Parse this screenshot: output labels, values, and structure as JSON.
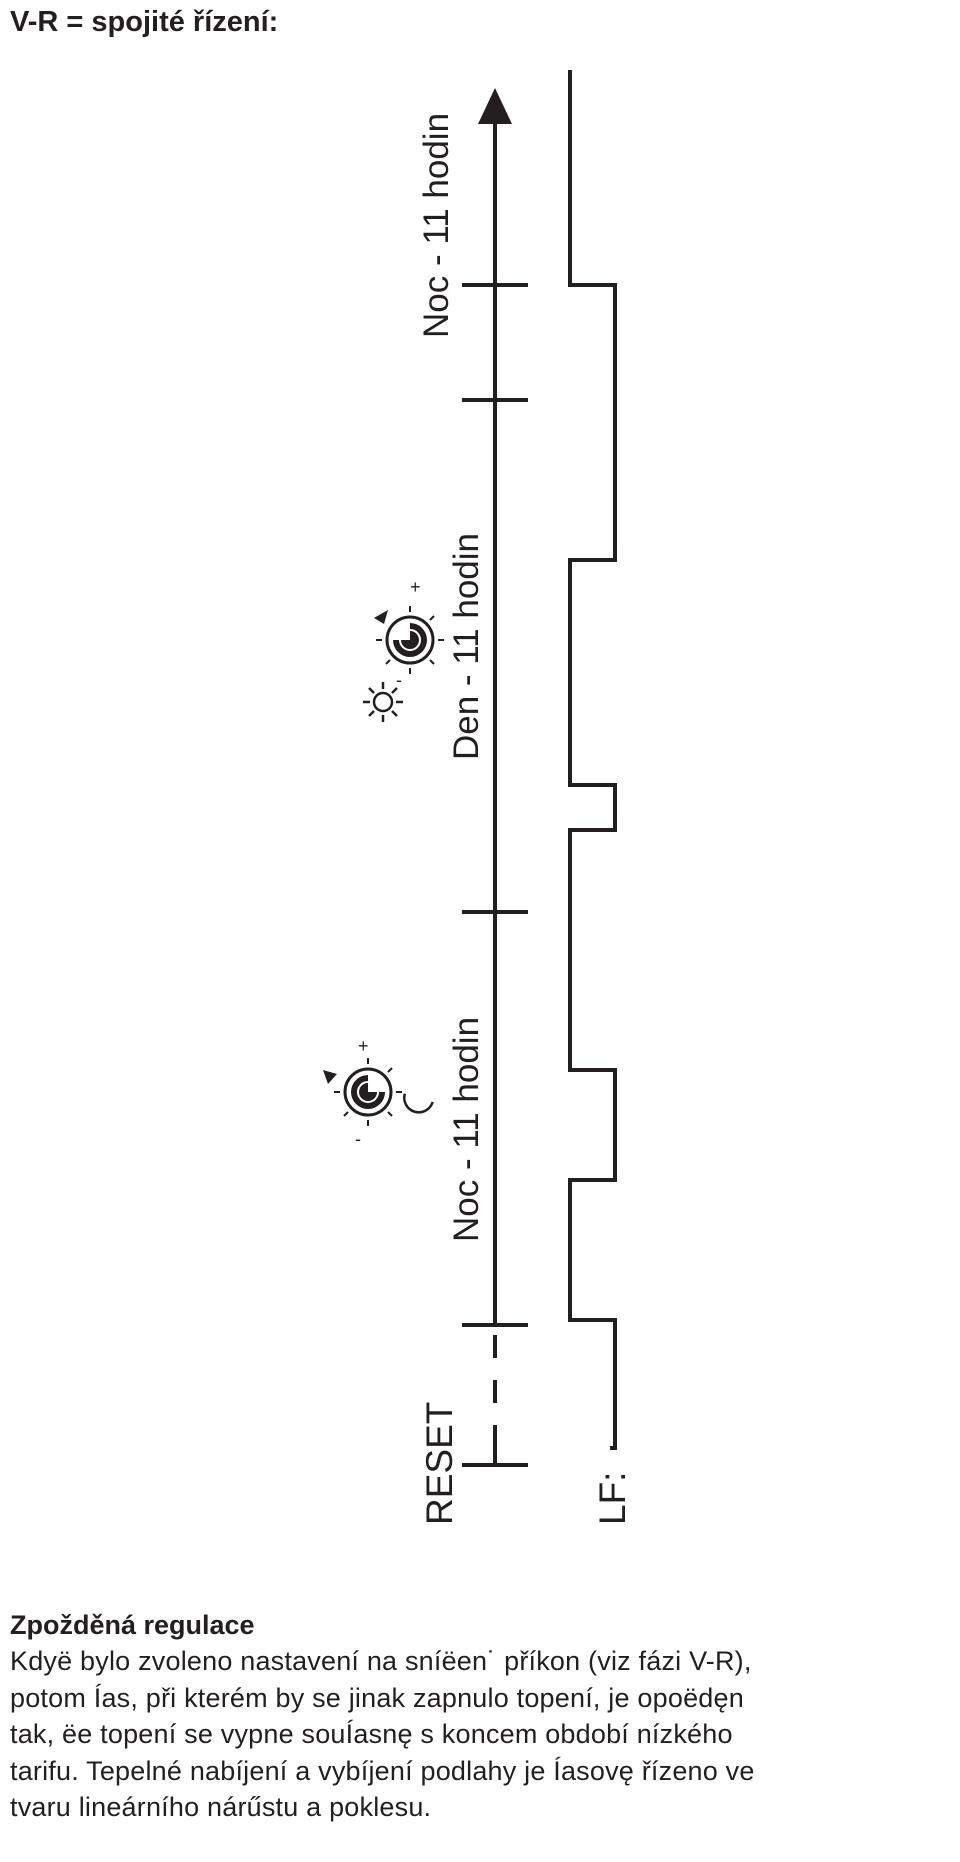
{
  "heading": "V-R = spojité řízení:",
  "diagram": {
    "labels": {
      "reset": "RESET",
      "night_1": "Noc - 11 hodin",
      "day": "Den - 11 hodin",
      "night_2": "Noc - 11 hodin",
      "lf": "LF:"
    },
    "knob_signs": {
      "minus": "-",
      "plus": "+"
    },
    "icons": [
      "knob-icon",
      "moon-icon",
      "sun-icon",
      "arrow-icon"
    ],
    "line_color": "#231f20"
  },
  "section": {
    "title": "Zpožděná regulace",
    "lines": [
      "Kdyë bylo zvoleno nastavení na sníëen˙ příkon (viz fázi V-R),",
      "potom Ías, při kterém by se jinak zapnulo topení, je opoëdęn",
      "tak, ëe topení se vypne souÍasnę s koncem období nízkého",
      "tarifu. Tepelné nabíjení a vybíjení podlahy je Íasovę řízeno ve",
      "tvaru lineárního nárűstu a poklesu."
    ]
  }
}
